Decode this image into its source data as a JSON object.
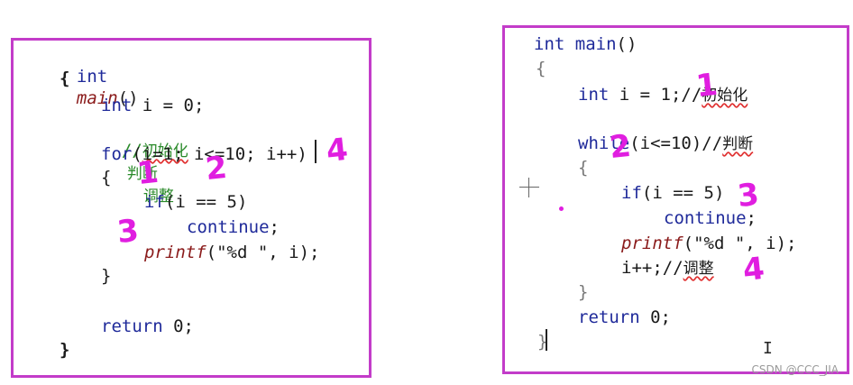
{
  "left": {
    "l1": {
      "kw": "int",
      "fn": "main",
      "rest": "()"
    },
    "l2": "{",
    "l3": {
      "kw": "int",
      "rest": " i = 0;"
    },
    "l4": {
      "slashes": "//",
      "a": "初始化",
      "b": "判断",
      "c": "调整"
    },
    "l5": {
      "kw": "for",
      "rest": "(i=1; i<=10; i++)"
    },
    "l6": "{",
    "l7": {
      "kw": "if",
      "rest": "(i == 5)"
    },
    "l8": {
      "kw": "continue",
      "rest": ";"
    },
    "l9": {
      "fn": "printf",
      "rest": "(\"%d \", i);"
    },
    "l10": "}",
    "l11": {
      "kw": "return",
      "rest": " 0;"
    },
    "l12": "}",
    "annotations": {
      "a1": "1",
      "a2": "2",
      "a3": "3",
      "a4": "4"
    }
  },
  "right": {
    "l1": {
      "kw": "int",
      "fn": "main",
      "rest": "()"
    },
    "l2": "{",
    "l3": {
      "kw": "int",
      "rest": " i = 1;//",
      "zh": "初始化"
    },
    "l4": {
      "kw": "while",
      "rest": "(i<=10)//",
      "zh": "判断"
    },
    "l5": "{",
    "l6": {
      "kw": "if",
      "rest": "(i == 5)"
    },
    "l7": {
      "kw": "continue",
      "rest": ";"
    },
    "l8": {
      "fn": "printf",
      "rest": "(\"%d \", i);"
    },
    "l9": {
      "code": "i++;//",
      "zh": "调整"
    },
    "l10": "}",
    "l11": {
      "kw": "return",
      "rest": " 0;"
    },
    "l12": "}",
    "annotations": {
      "a1": "1",
      "a2": "2",
      "a3": "3",
      "a4": "4"
    }
  },
  "watermark": "CSDN @CCC_JIA",
  "colors": {
    "frame": "#c33cc9",
    "keyword": "#1f2a9a",
    "comment": "#2a8a2a",
    "annotation": "#e01ee0"
  }
}
